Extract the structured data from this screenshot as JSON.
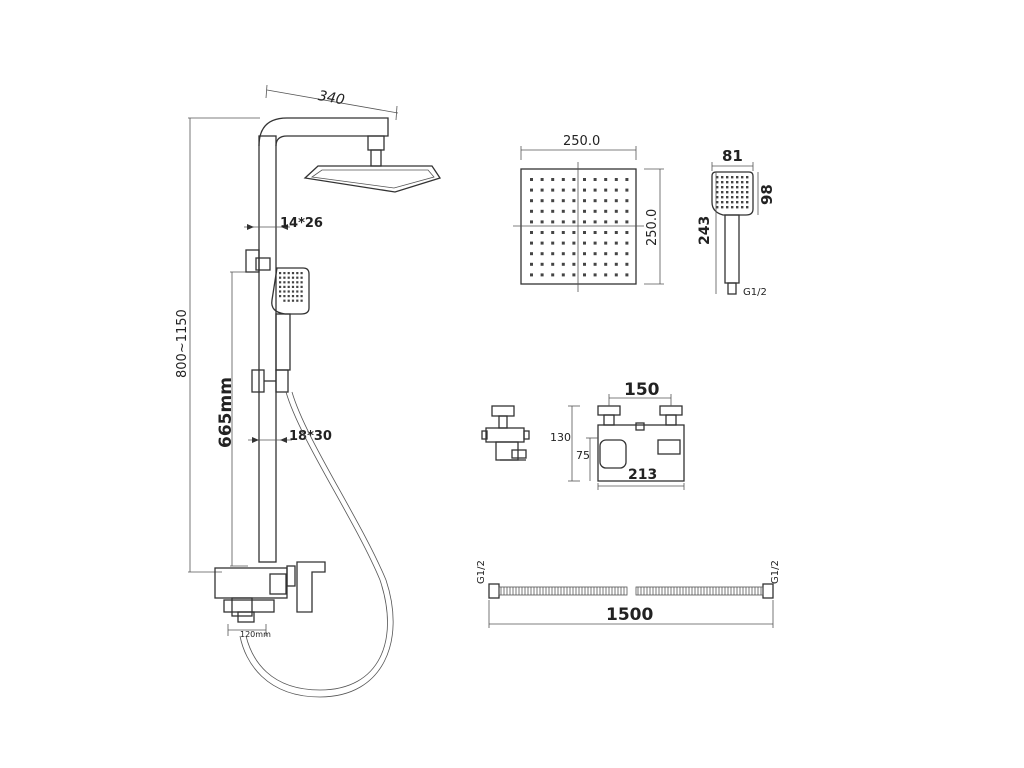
{
  "colors": {
    "line": "#333333",
    "text": "#222222",
    "background": "#ffffff"
  },
  "dimensions": {
    "arm_length": "340",
    "bracket_upper": "14*26",
    "bracket_lower": "18*30",
    "total_height": "800~1150",
    "slide_height": "665mm",
    "spout_length": "120mm",
    "head_width": "250.0",
    "head_depth": "250.0",
    "hand_width": "81",
    "hand_head_height": "98",
    "hand_length": "243",
    "hand_thread": "G1/2",
    "mixer_centres": "150",
    "mixer_height": "130",
    "mixer_outlet": "75",
    "mixer_width": "213",
    "hose_thread_left": "G1/2",
    "hose_thread_right": "G1/2",
    "hose_length": "1500"
  }
}
